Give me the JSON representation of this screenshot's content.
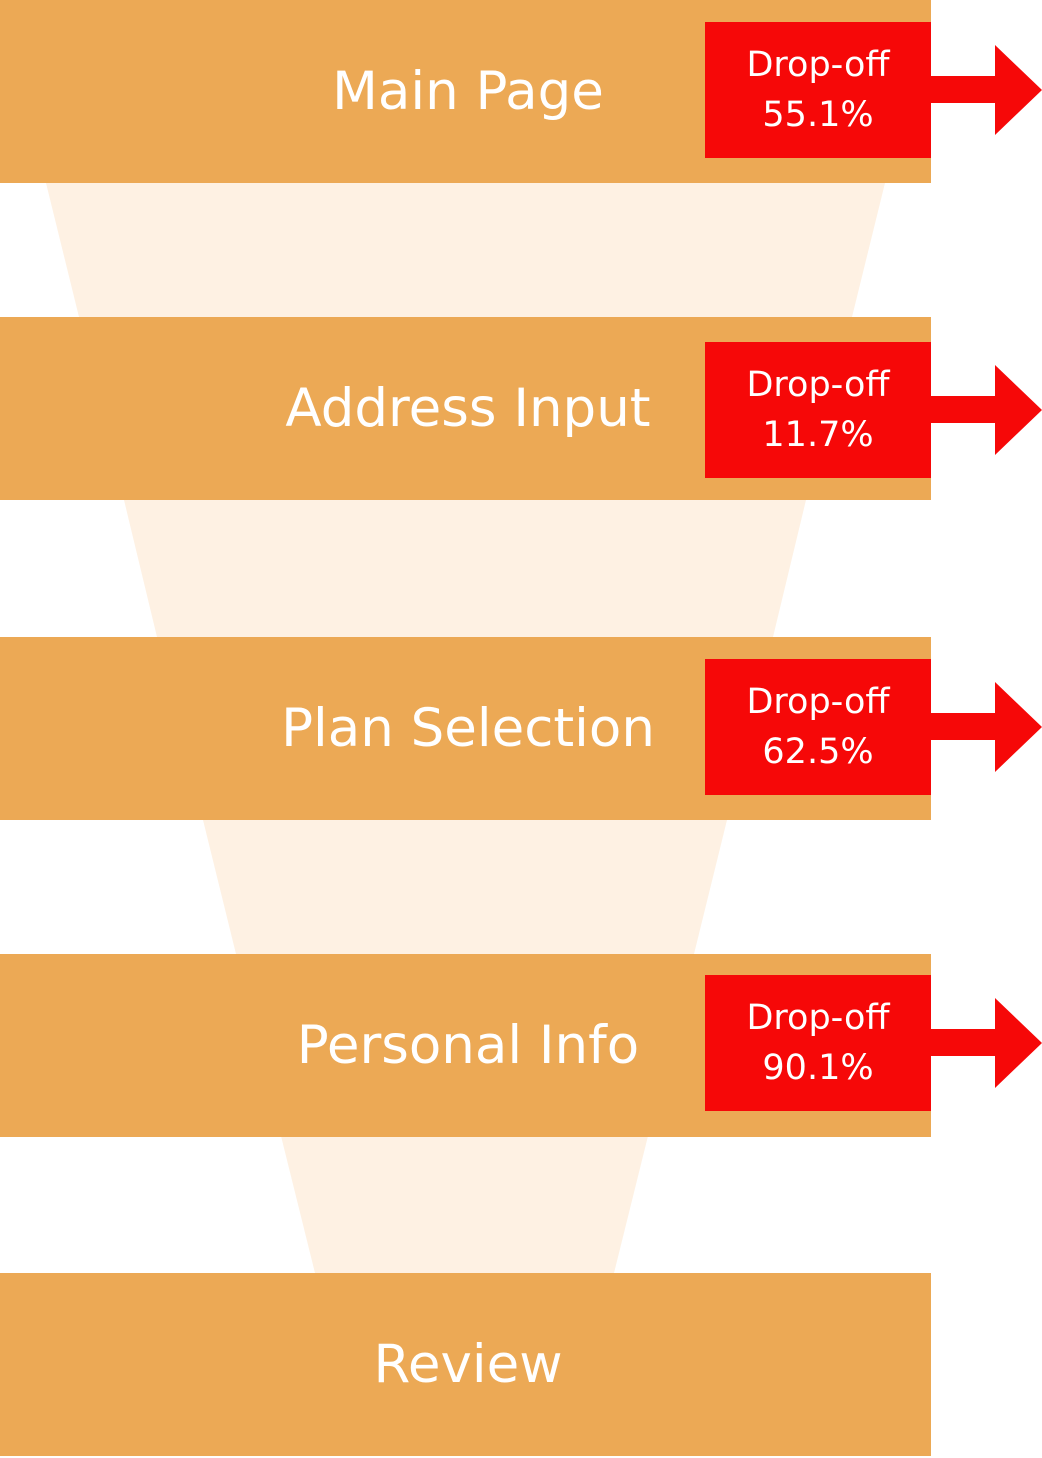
{
  "title": "Funnel",
  "colors": {
    "stage": "#ECA955",
    "connector": "#FEF1E3",
    "dropoff": "#F60808",
    "text": "#FFFFFF"
  },
  "stages": [
    {
      "label": "Main Page",
      "dropoff_label": "Drop-off",
      "dropoff_value": "55.1%"
    },
    {
      "label": "Address Input",
      "dropoff_label": "Drop-off",
      "dropoff_value": "11.7%"
    },
    {
      "label": "Plan Selection",
      "dropoff_label": "Drop-off",
      "dropoff_value": "62.5%"
    },
    {
      "label": "Personal Info",
      "dropoff_label": "Drop-off",
      "dropoff_value": "90.1%"
    },
    {
      "label": "Review"
    }
  ]
}
